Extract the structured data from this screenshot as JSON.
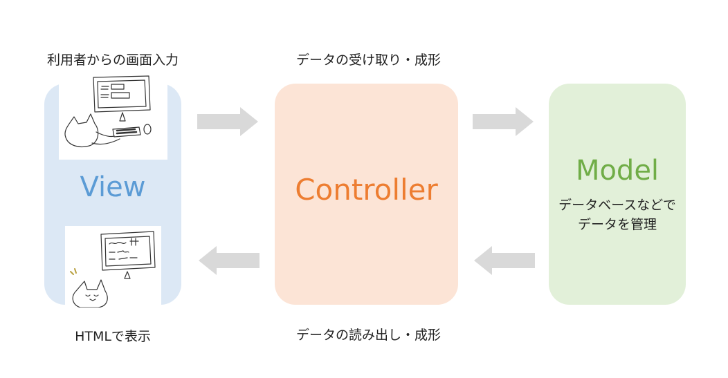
{
  "labels": {
    "input_top": "利用者からの画面入力",
    "receive_top": "データの受け取り・成形",
    "output_bottom": "HTMLで表示",
    "read_bottom": "データの読み出し・成形"
  },
  "view": {
    "title": "View"
  },
  "controller": {
    "title": "Controller"
  },
  "model": {
    "title": "Model",
    "desc_line1": "データベースなどで",
    "desc_line2": "データを管理"
  },
  "colors": {
    "view_bg": "#dce8f5",
    "view_text": "#5b9bd5",
    "controller_bg": "#fce4d6",
    "controller_text": "#ed7d31",
    "model_bg": "#e2f0d9",
    "model_text": "#70ad47",
    "arrow": "#d9d9d9"
  }
}
